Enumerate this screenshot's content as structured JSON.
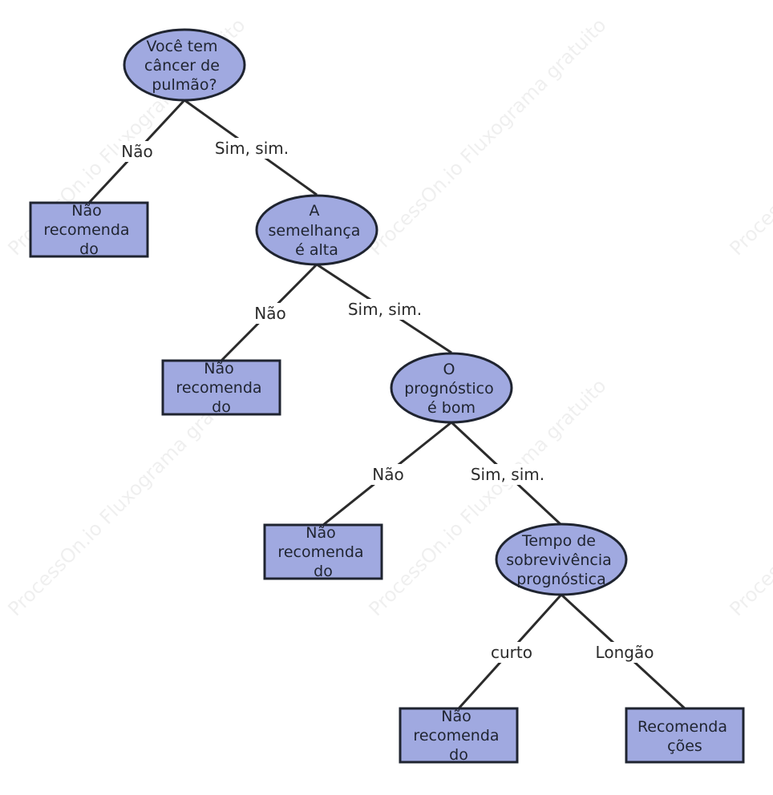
{
  "watermark": "ProcessOn.io Fluxograma gratuito",
  "colors": {
    "node_fill": "#a0a9e0",
    "stroke": "#1f2430",
    "edge": "#2b2b2b"
  },
  "nodes": {
    "q1": {
      "lines": [
        "Você tem",
        "câncer de",
        "pulmão?"
      ]
    },
    "q2": {
      "lines": [
        "A",
        "semelhança",
        "é alta"
      ]
    },
    "q3": {
      "lines": [
        "O",
        "prognóstico",
        "é bom"
      ]
    },
    "q4": {
      "lines": [
        "Tempo de",
        "sobrevivência",
        "prognóstica"
      ]
    },
    "r1": {
      "lines": [
        "Não",
        "recomenda",
        "do"
      ]
    },
    "r2": {
      "lines": [
        "Não",
        "recomenda",
        "do"
      ]
    },
    "r3": {
      "lines": [
        "Não",
        "recomenda",
        "do"
      ]
    },
    "r4": {
      "lines": [
        "Não",
        "recomenda",
        "do"
      ]
    },
    "r5": {
      "lines": [
        "Recomenda",
        "ções"
      ]
    }
  },
  "edges": {
    "e1": "Não",
    "e2": "Sim, sim.",
    "e3": "Não",
    "e4": "Sim, sim.",
    "e5": "Não",
    "e6": "Sim, sim.",
    "e7": "curto",
    "e8": "Longão"
  }
}
